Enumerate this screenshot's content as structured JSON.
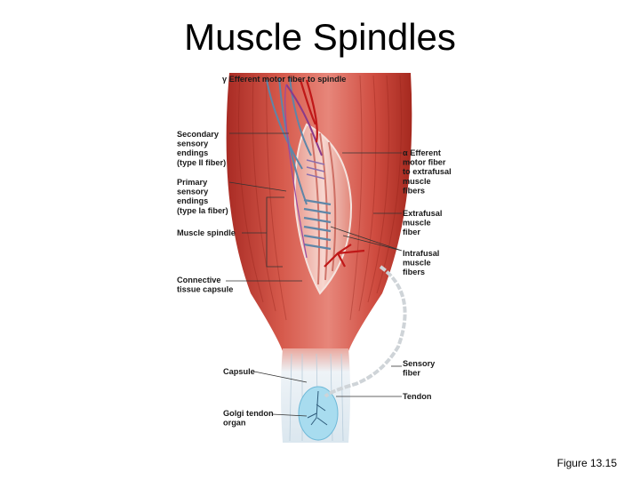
{
  "title": "Muscle Spindles",
  "figure_label": "Figure 13.15",
  "labels": {
    "gamma_efferent": [
      "γ Efferent motor fiber to spindle"
    ],
    "secondary_endings": [
      "Secondary",
      "sensory",
      "endings",
      "(type II fiber)"
    ],
    "primary_endings": [
      "Primary",
      "sensory",
      "endings",
      "(type Ia fiber)"
    ],
    "muscle_spindle": [
      "Muscle spindle"
    ],
    "connective_capsule": [
      "Connective",
      "tissue capsule"
    ],
    "capsule": [
      "Capsule"
    ],
    "golgi_tendon_organ": [
      "Golgi tendon",
      "organ"
    ],
    "alpha_efferent": [
      "α Efferent",
      "motor fiber",
      "to extrafusal",
      "muscle",
      "fibers"
    ],
    "extrafusal_fiber": [
      "Extrafusal",
      "muscle",
      "fiber"
    ],
    "intrafusal_fibers": [
      "Intrafusal",
      "muscle",
      "fibers"
    ],
    "sensory_fiber": [
      "Sensory",
      "fiber"
    ],
    "tendon": [
      "Tendon"
    ]
  },
  "colors": {
    "muscle_dark": "#b5322a",
    "muscle_mid": "#d4574a",
    "muscle_light": "#e98c7f",
    "spindle": "#f3c7bd",
    "sensory_blue": "#5e86a8",
    "motor_red": "#c01818",
    "gamma_purple": "#8a3a8a",
    "tendon": "#dde9f1",
    "golgi": "#a8dcef"
  }
}
